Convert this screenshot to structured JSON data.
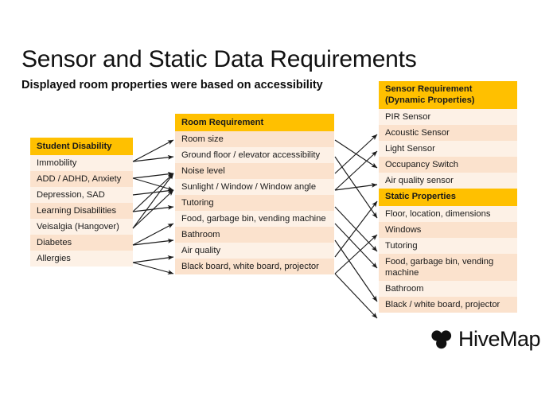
{
  "slide": {
    "title": "Sensor and Static Data Requirements",
    "subtitle": "Displayed room properties were based on accessibility",
    "background": "#ffffff"
  },
  "colors": {
    "header_bar": "#FFC000",
    "row_band_dark": "#FBE2CD",
    "row_band_light": "#FDF1E6",
    "text": "#1a1a1a",
    "arrow": "#1a1a1a"
  },
  "columns": {
    "left": {
      "header": "Student Disability",
      "rows": [
        "Immobility",
        "ADD / ADHD, Anxiety",
        "Depression, SAD",
        "Learning Disabilities",
        "Veisalgia (Hangover)",
        "Diabetes",
        "Allergies"
      ]
    },
    "middle": {
      "header": "Room Requirement",
      "rows": [
        "Room size",
        "Ground floor / elevator accessibility",
        "Noise level",
        "Sunlight / Window / Window angle",
        "Tutoring",
        "Food, garbage bin, vending machine",
        "Bathroom",
        "Air quality",
        "Black board, white board, projector"
      ]
    },
    "right": {
      "header": "Sensor Requirement (Dynamic Properties)",
      "header_line1": "Sensor Requirement",
      "header_line2": "(Dynamic Properties)",
      "rows": [
        "PIR Sensor",
        "Acoustic Sensor",
        "Light Sensor",
        "Occupancy Switch",
        "Air quality sensor"
      ],
      "static_header": "Static Properties",
      "static_rows": [
        "Floor, location, dimensions",
        "Windows",
        "Tutoring",
        "Food, garbage bin, vending machine",
        "Bathroom",
        "Black / white board, projector"
      ]
    }
  },
  "logo": {
    "text": "HiveMap",
    "icon": "hive-cluster-icon"
  }
}
